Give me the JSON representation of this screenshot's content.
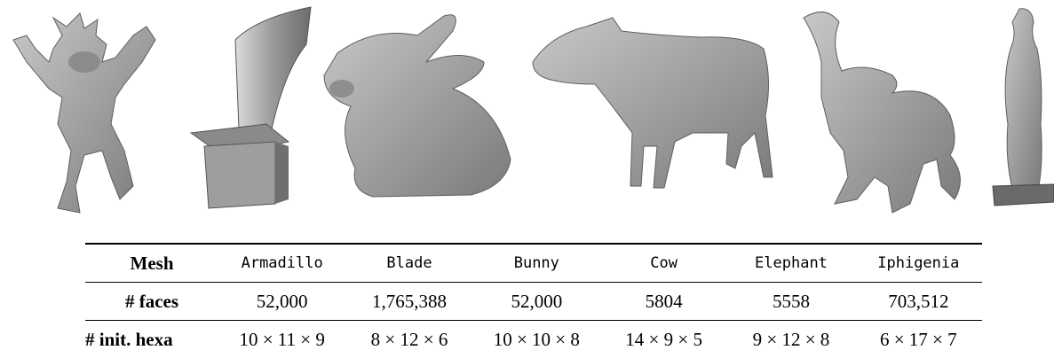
{
  "meshes": [
    {
      "key": "armadillo",
      "name": "Armadillo",
      "faces": "52,000",
      "hexa": "10 × 11 × 9"
    },
    {
      "key": "blade",
      "name": "Blade",
      "faces": "1,765,388",
      "hexa": "8 × 12 × 6"
    },
    {
      "key": "bunny",
      "name": "Bunny",
      "faces": "52,000",
      "hexa": "10 × 10 × 8"
    },
    {
      "key": "cow",
      "name": "Cow",
      "faces": "5804",
      "hexa": "14 × 9 × 5"
    },
    {
      "key": "elephant",
      "name": "Elephant",
      "faces": "5558",
      "hexa": "9 × 12 × 8"
    },
    {
      "key": "iphigenia",
      "name": "Iphigenia",
      "faces": "703,512",
      "hexa": "6 × 17 × 7"
    }
  ],
  "table": {
    "header_label": "Mesh",
    "row_faces_label": "# faces",
    "row_hexa_label": "# init. hexa"
  },
  "colors": {
    "mesh_fill": "#a6a6a6",
    "mesh_shade": "#7d7d7d",
    "mesh_light": "#c4c4c4"
  }
}
